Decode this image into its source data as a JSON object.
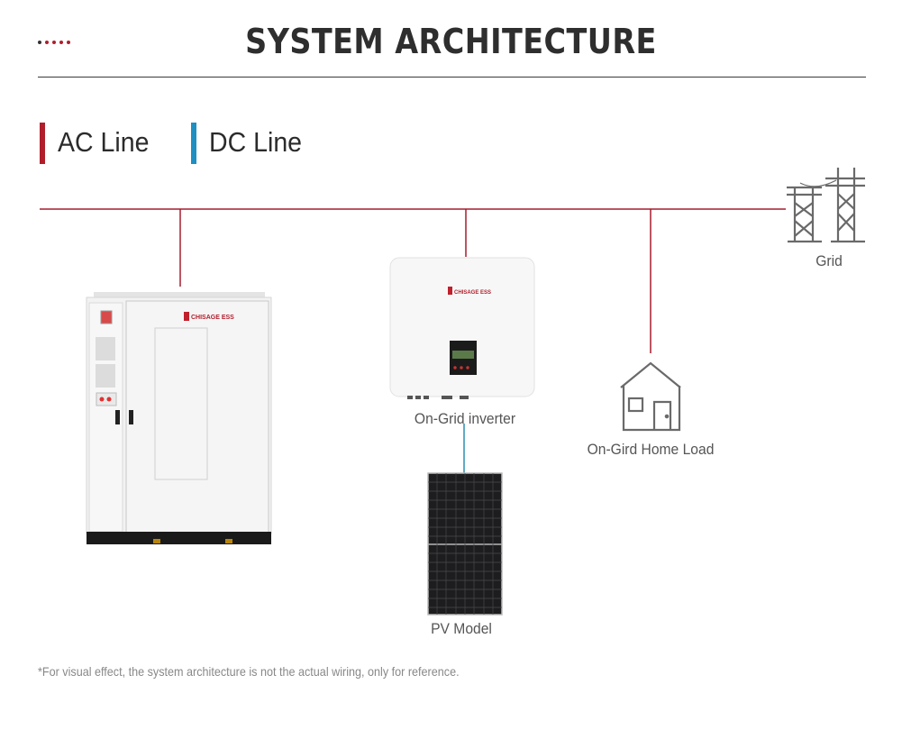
{
  "header": {
    "title": "SYSTEM ARCHITECTURE"
  },
  "legend": {
    "ac": {
      "label": "AC Line",
      "color": "#b01e2c"
    },
    "dc": {
      "label": "DC Line",
      "color": "#1f8fc2"
    }
  },
  "nodes": {
    "grid": {
      "label": "Grid"
    },
    "inverter": {
      "label": "On-Grid inverter",
      "brand": "CHISAGE ESS"
    },
    "home_load": {
      "label": "On-Gird Home Load"
    },
    "pv": {
      "label": "PV Model"
    },
    "cabinet": {
      "brand": "CHISAGE ESS"
    }
  },
  "footnote": "*For visual effect, the system architecture is not the actual wiring, only for reference.",
  "colors": {
    "line_ac": "#a51d2d",
    "line_dc": "#2a8fb5",
    "dot_red": "#b01e2c",
    "dot_dark": "#333333"
  }
}
